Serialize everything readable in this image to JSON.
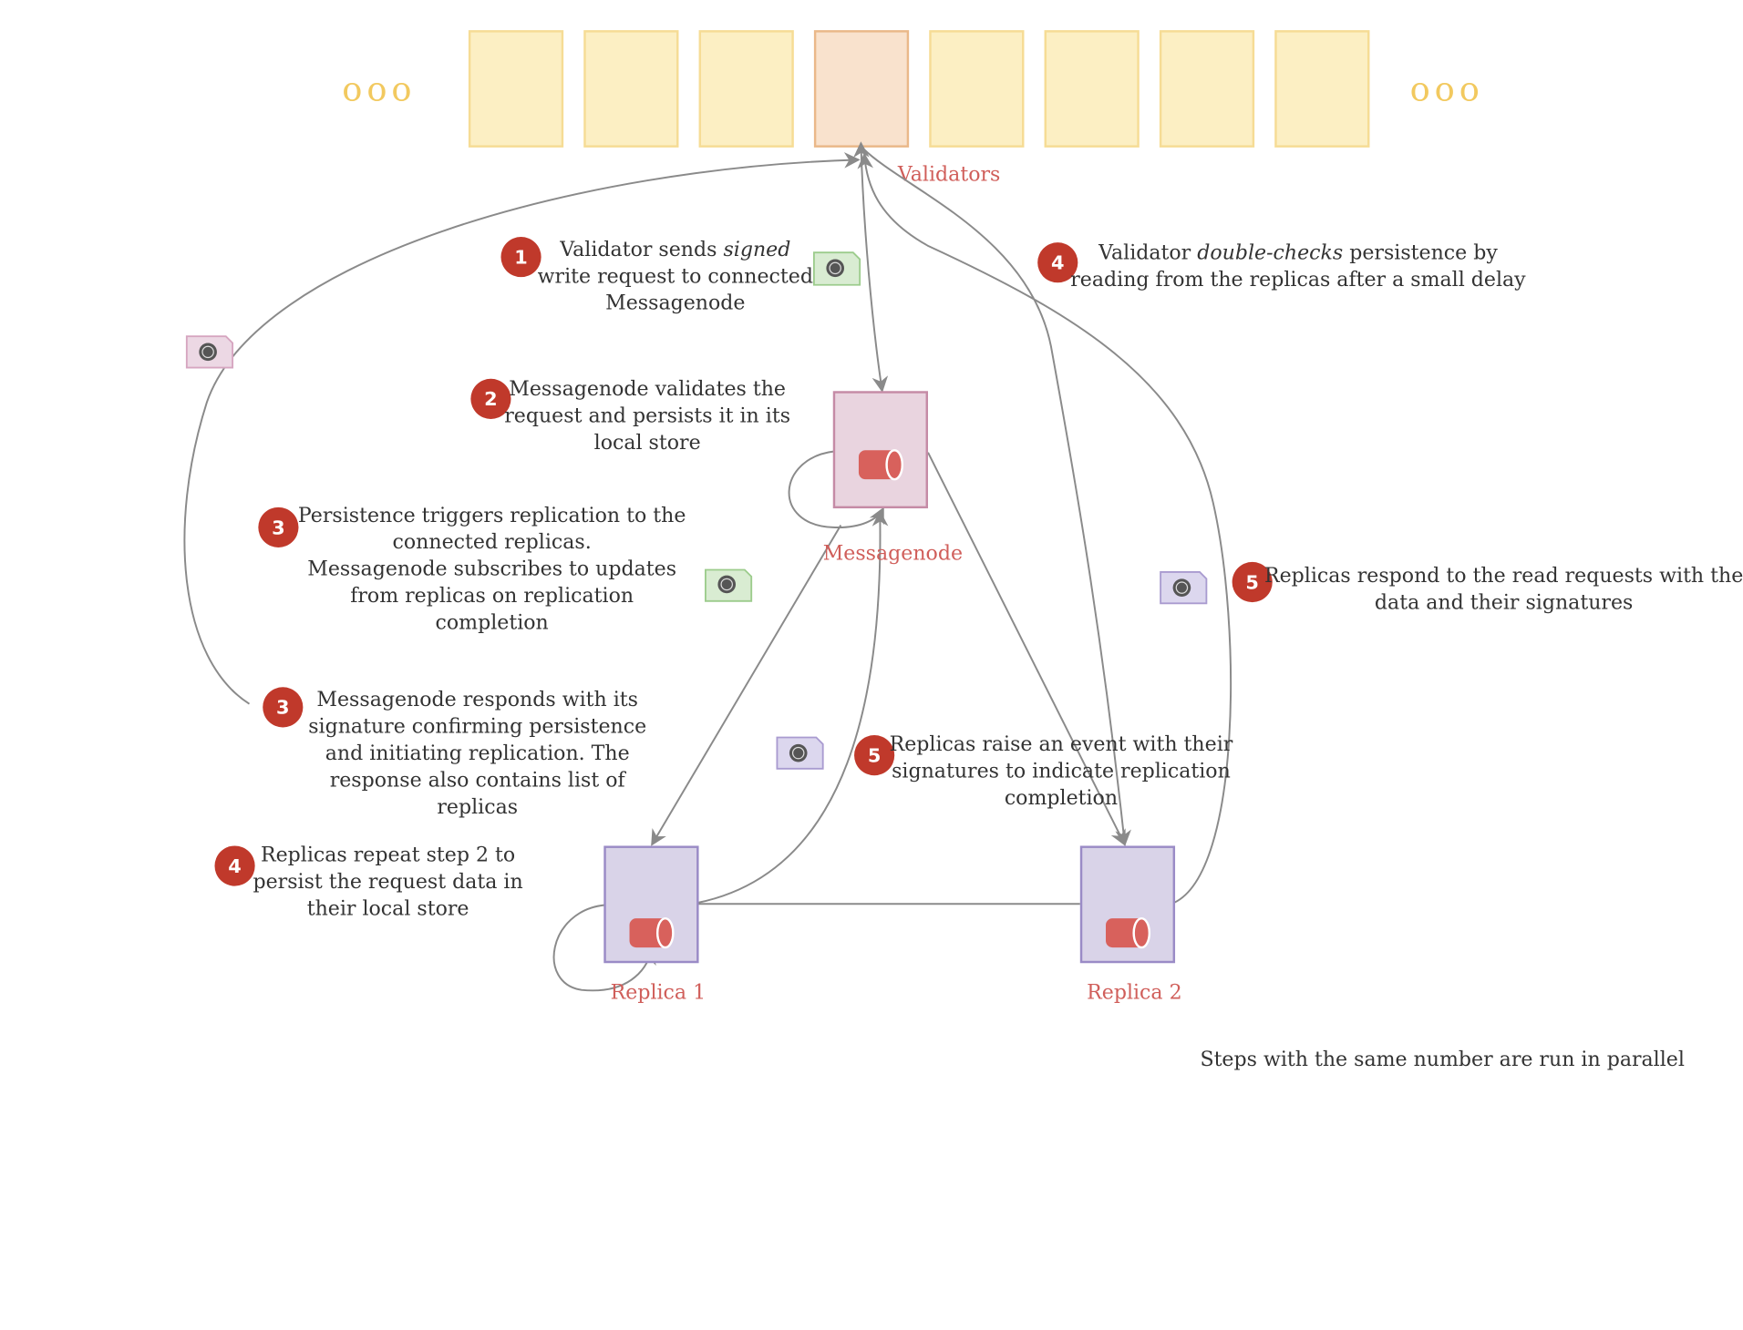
{
  "colors": {
    "validator_fill": "#fcefc3",
    "validator_stroke": "#f6dc95",
    "validator_active_fill": "#f9e2cd",
    "validator_active_stroke": "#eab889",
    "messagenode_fill": "#e9d4df",
    "messagenode_stroke": "#c58ba6",
    "replica_fill": "#d9d3e8",
    "replica_stroke": "#9a8bc6",
    "badge": "#c0392b",
    "label": "#d05e5a",
    "edge": "#8a8a8a",
    "store": "#d8615c"
  },
  "validators": {
    "ellipsis_left": "ooo",
    "ellipsis_right": "ooo",
    "label": "Validators"
  },
  "nodes": {
    "messagenode": "Messagenode",
    "replica1": "Replica 1",
    "replica2": "Replica 2"
  },
  "steps": [
    {
      "number": "1",
      "lines": [
        "Validator sends signed",
        "write request to connected",
        "Messagenode"
      ],
      "emphasis": "signed"
    },
    {
      "number": "2",
      "lines": [
        "Messagenode validates the",
        "request and persists it in its",
        "local store"
      ]
    },
    {
      "number": "3",
      "lines": [
        "Persistence triggers replication to the",
        "connected replicas.",
        "Messagenode subscribes to updates",
        "from replicas on replication",
        "completion"
      ]
    },
    {
      "number": "3",
      "lines": [
        "Messagenode responds with its",
        "signature confirming persistence",
        "and initiating replication. The",
        "response also contains list of",
        "replicas"
      ]
    },
    {
      "number": "4",
      "lines": [
        "Replicas repeat step 2 to",
        "persist the request data in",
        "their local store"
      ]
    },
    {
      "number": "4",
      "lines": [
        "Validator double-checks persistence by",
        "reading from the replicas after a small delay"
      ],
      "emphasis": "double-checks"
    },
    {
      "number": "5",
      "lines": [
        "Replicas raise an event with their",
        "signatures to indicate replication",
        "completion"
      ]
    },
    {
      "number": "5",
      "lines": [
        "Replicas respond to the read requests with the",
        "data and their signatures"
      ]
    }
  ],
  "footnote": "Steps with the same number are run in parallel"
}
